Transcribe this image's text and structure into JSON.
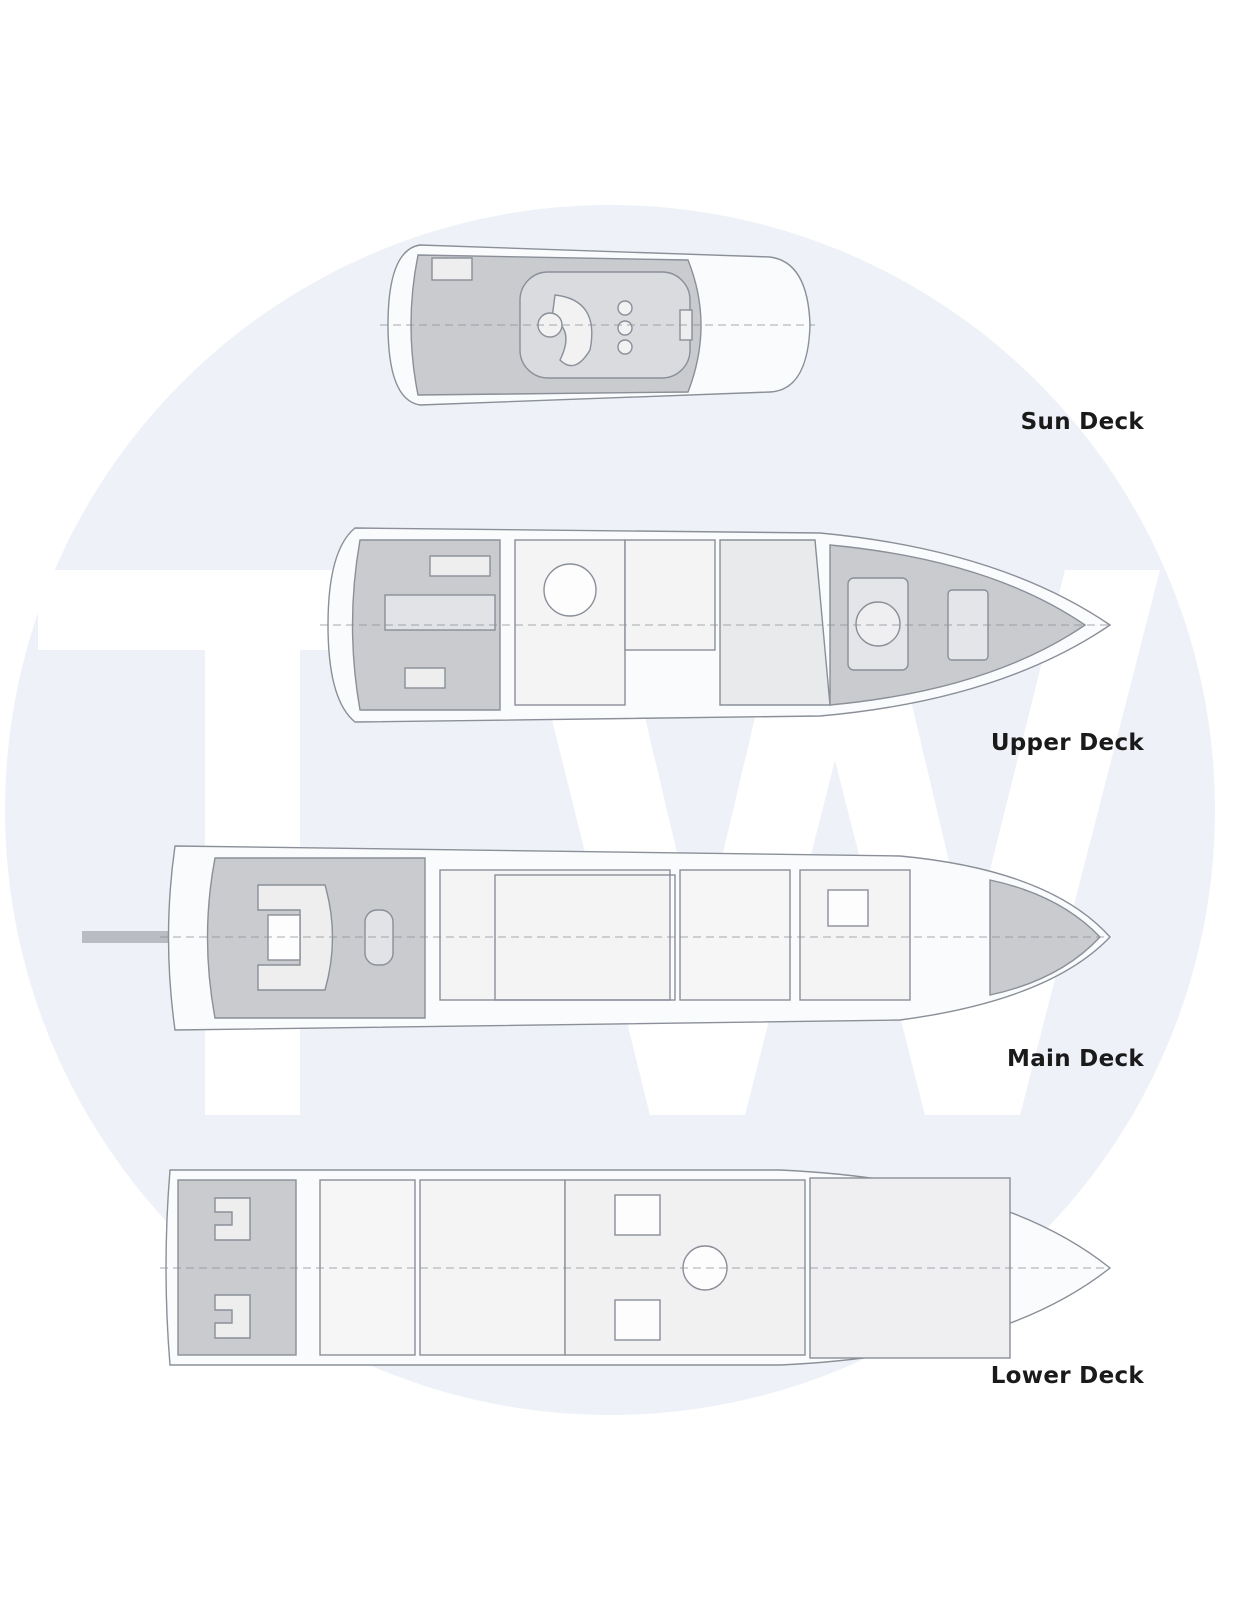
{
  "watermark": {
    "logo_text": "TW",
    "circle_color": "#eef2f8",
    "letter_color": "#ffffff"
  },
  "decks": [
    {
      "id": "sun",
      "label": "Sun Deck"
    },
    {
      "id": "upper",
      "label": "Upper Deck"
    },
    {
      "id": "main",
      "label": "Main Deck"
    },
    {
      "id": "lower",
      "label": "Lower Deck"
    }
  ],
  "colors": {
    "hull_line": "#8a8f98",
    "deck_fill": "#cdcfd3",
    "detail_line": "#6c7078",
    "label": "#1a1a1a"
  }
}
